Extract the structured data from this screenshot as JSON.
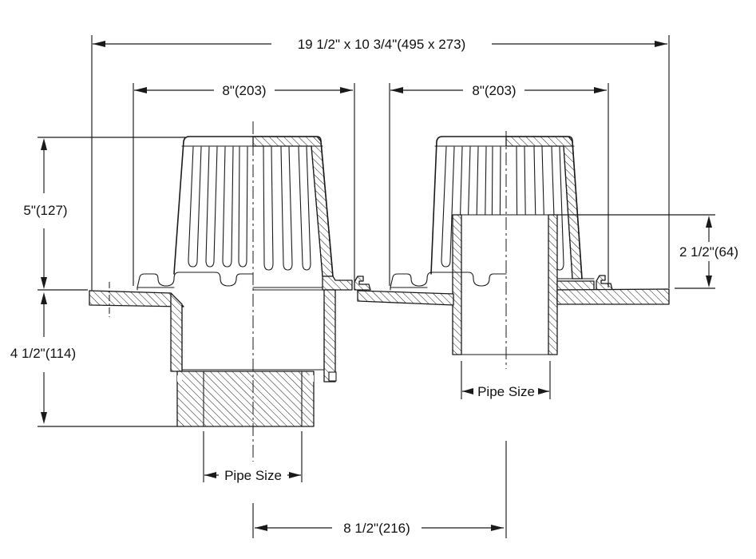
{
  "drawing": {
    "labels": {
      "overall_size": "19 1/2\" x 10 3/4\"(495 x 273)",
      "left_dome_width": "8\"(203)",
      "right_dome_width": "8\"(203)",
      "dome_height": "5\"(127)",
      "body_depth": "4 1/2\"(114)",
      "water_dam_height": "2 1/2\"(64)",
      "left_outlet_size": "Pipe Size",
      "right_outlet_size": "Pipe Size",
      "outlet_spacing": "8 1/2\"(216)"
    }
  }
}
